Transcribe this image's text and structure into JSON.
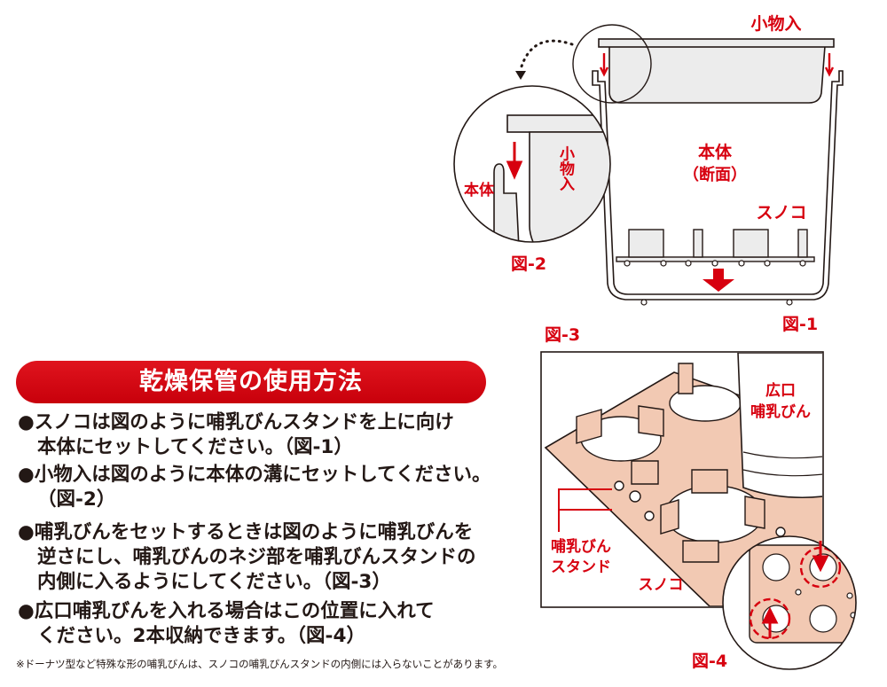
{
  "heading": "乾燥保管の使用方法",
  "instructions": [
    {
      "line1": "●スノコは図のように哺乳びんスタンドを上に向け",
      "line2": "本体にセットしてください。（図-1）"
    },
    {
      "line1": "●小物入は図のように本体の溝にセットしてください。",
      "line2": "（図-2）"
    },
    {
      "line1": "●哺乳びんをセットするときは図のように哺乳びんを",
      "line2": "逆さにし、哺乳びんのネジ部を哺乳びんスタンドの",
      "line3": "内側に入るようにしてください。（図-3）"
    },
    {
      "line1": "●広口哺乳びんを入れる場合はこの位置に入れて",
      "line2": "ください。2本収納できます。（図-4）"
    }
  ],
  "footnote": "※ドーナツ型など特殊な形の哺乳びんは、スノコの哺乳びんスタンドの内側には入らないことがあります。",
  "figures": {
    "fig1": {
      "caption": "図-1",
      "label_tray": "小物入",
      "label_body": "本体",
      "label_section": "（断面）",
      "label_sunoko": "スノコ"
    },
    "fig2": {
      "caption": "図-2",
      "label_body": "本体",
      "label_tray": "小物入"
    },
    "fig3": {
      "caption": "図-3",
      "label_wide1": "広口",
      "label_wide2": "哺乳びん",
      "label_stand1": "哺乳びん",
      "label_stand2": "スタンド",
      "label_sunoko": "スノコ"
    },
    "fig4": {
      "caption": "図-4"
    }
  },
  "colors": {
    "accent": "#d7000f",
    "peach": "#f2c9b3",
    "gray": "#ececec",
    "line": "#231815"
  }
}
